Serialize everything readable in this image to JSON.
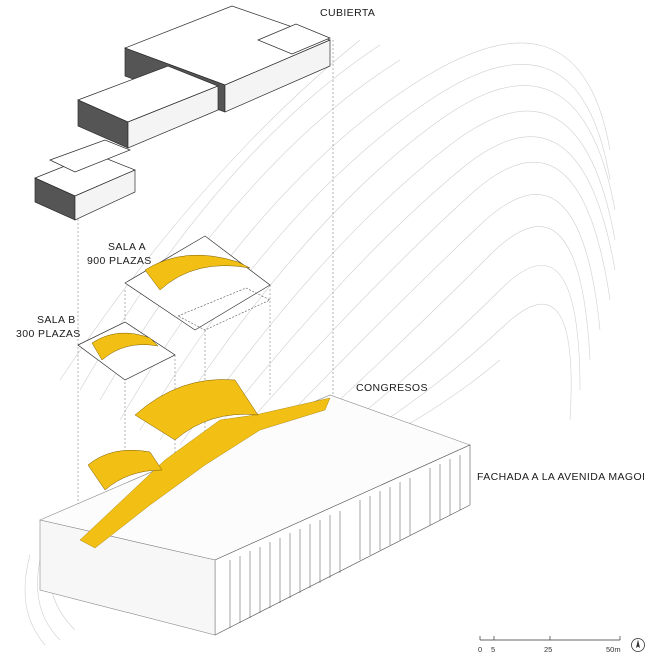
{
  "labels": {
    "cubierta": "CUBIERTA",
    "sala_a_name": "SALA A",
    "sala_a_seats": "900 PLAZAS",
    "sala_b_name": "SALA B",
    "sala_b_seats": "300 PLAZAS",
    "congresos": "CONGRESOS",
    "fachada": "FACHADA A LA AVENIDA MAGOI"
  },
  "scale_bar": {
    "ticks": [
      "0",
      "5",
      "25",
      "50m"
    ]
  },
  "north_icon": "north-arrow-icon",
  "colors": {
    "accent": "#f2c014",
    "line": "#3a3a3a",
    "facade": "#444444",
    "terrain": "#c8c8c8"
  }
}
